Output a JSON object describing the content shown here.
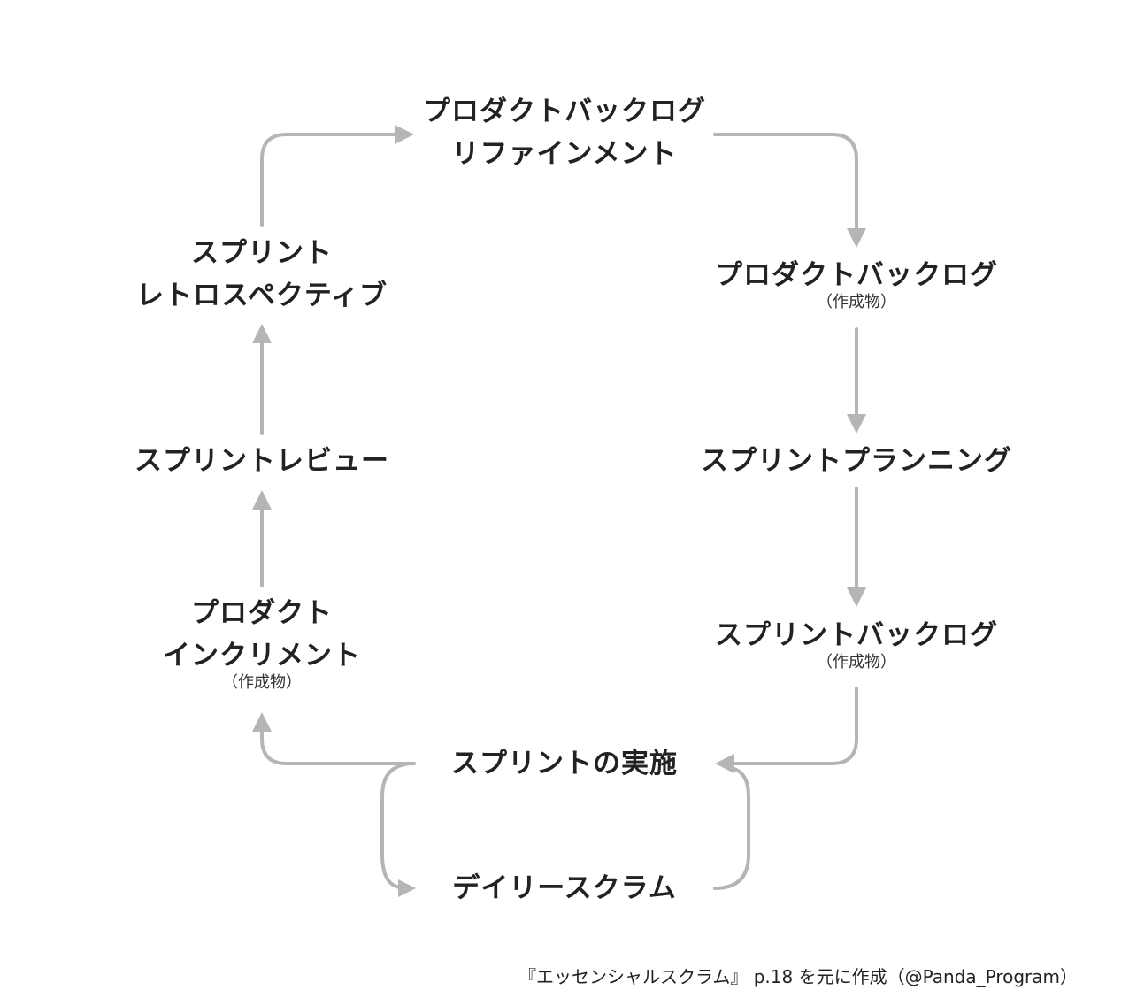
{
  "diagram": {
    "title": "Scrum framework cycle",
    "arrow_color": "#b5b5b5",
    "text_color": "#222222",
    "nodes": {
      "refinement": {
        "lines": [
          "プロダクトバックログ",
          "リファインメント"
        ]
      },
      "product_backlog": {
        "lines": [
          "プロダクトバックログ"
        ],
        "sub": "（作成物）"
      },
      "sprint_planning": {
        "lines": [
          "スプリントプランニング"
        ]
      },
      "sprint_backlog": {
        "lines": [
          "スプリントバックログ"
        ],
        "sub": "（作成物）"
      },
      "sprint_execution": {
        "lines": [
          "スプリントの実施"
        ]
      },
      "daily_scrum": {
        "lines": [
          "デイリースクラム"
        ]
      },
      "product_increment": {
        "lines": [
          "プロダクト",
          "インクリメント"
        ],
        "sub": "（作成物）"
      },
      "sprint_review": {
        "lines": [
          "スプリントレビュー"
        ]
      },
      "retrospective": {
        "lines": [
          "スプリント",
          "レトロスペクティブ"
        ]
      }
    },
    "edges": [
      {
        "from": "refinement",
        "to": "product_backlog"
      },
      {
        "from": "product_backlog",
        "to": "sprint_planning"
      },
      {
        "from": "sprint_planning",
        "to": "sprint_backlog"
      },
      {
        "from": "sprint_backlog",
        "to": "sprint_execution"
      },
      {
        "from": "sprint_execution",
        "to": "daily_scrum"
      },
      {
        "from": "daily_scrum",
        "to": "sprint_execution"
      },
      {
        "from": "sprint_execution",
        "to": "product_increment"
      },
      {
        "from": "product_increment",
        "to": "sprint_review"
      },
      {
        "from": "sprint_review",
        "to": "retrospective"
      },
      {
        "from": "retrospective",
        "to": "refinement"
      }
    ]
  },
  "caption": "『エッセンシャルスクラム』 p.18 を元に作成（@Panda_Program）"
}
